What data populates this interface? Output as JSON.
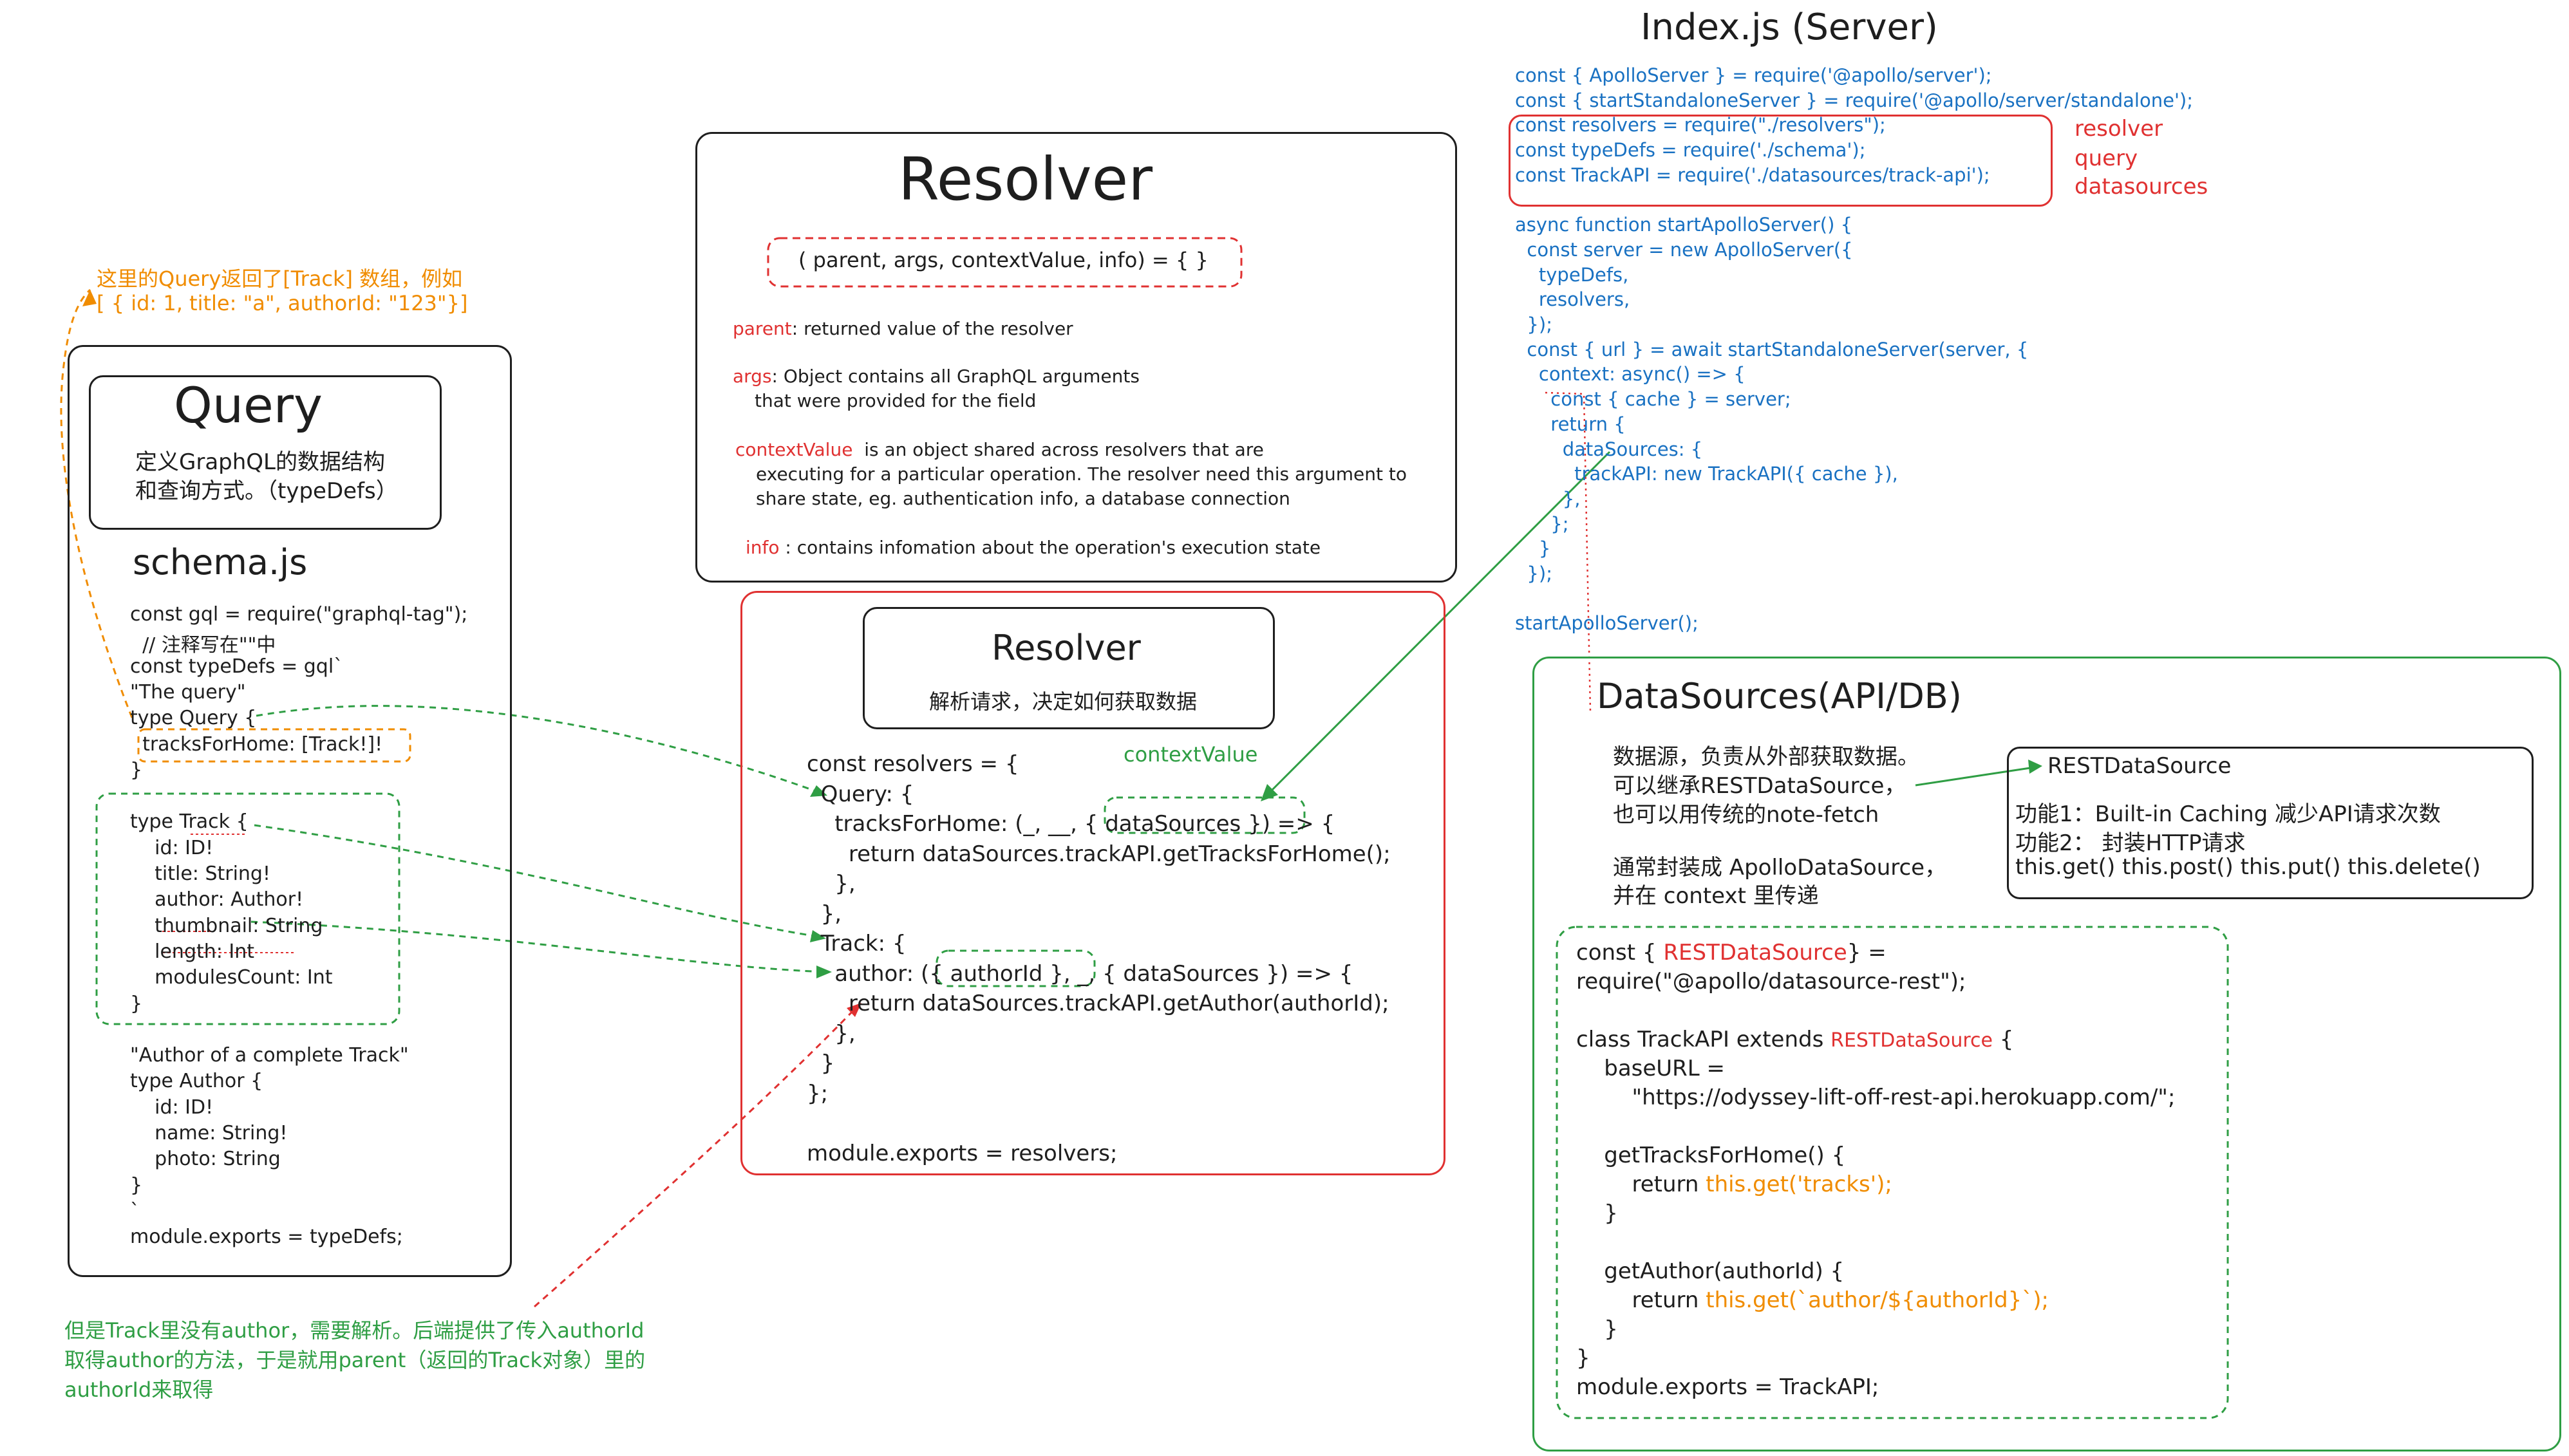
{
  "colors": {
    "black": "#1e1e1e",
    "red": "#e03131",
    "green": "#2f9e44",
    "orange": "#f08c00",
    "blue": "#1971c2"
  },
  "orange_note": {
    "line1": "这里的Query返回了[Track] 数组，例如",
    "line2": "[ { id: 1, title: \"a\", authorId: \"123\"}]"
  },
  "query_box": {
    "title": "Query",
    "desc1": "定义GraphQL的数据结构",
    "desc2": "和查询方式。（typeDefs）"
  },
  "schema": {
    "title": "schema.js",
    "lines": [
      "const gql = require(\"graphql-tag\");",
      "  // 注释写在\"\"中",
      "const typeDefs = gql`",
      "\"The query\"",
      "type Query {",
      "  tracksForHome: [Track!]!",
      "}",
      "",
      "type Track {",
      "    id: ID!",
      "    title: String!",
      "    author: Author!",
      "    thumbnail: String",
      "    length: Int",
      "    modulesCount: Int",
      "}",
      "",
      "\"Author of a complete Track\"",
      "type Author {",
      "    id: ID!",
      "    name: String!",
      "    photo: String",
      "}",
      "`",
      "module.exports = typeDefs;"
    ]
  },
  "resolver_sig": {
    "title": "Resolver",
    "signature": "( parent, args, contextValue, info) = { }",
    "items": [
      {
        "term": "parent",
        "text": ": returned value of the resolver"
      },
      {
        "term": "args",
        "text": ": Object contains all GraphQL arguments",
        "cont": "that were provided for the field"
      },
      {
        "term": "contextValue",
        "text": "  is an object shared across resolvers that are",
        "cont": "executing for a particular operation. The resolver need this argument to",
        "cont2": "share state, eg. authentication info, a database connection"
      },
      {
        "term": "info",
        "text": " : contains infomation about the operation's execution state"
      }
    ]
  },
  "resolver_box": {
    "title": "Resolver",
    "desc": "解析请求，决定如何获取数据",
    "context_label": "contextValue",
    "code": [
      "const resolvers = {",
      "  Query: {",
      "    tracksForHome: (_, __, { dataSources }) => {",
      "      return dataSources.trackAPI.getTracksForHome();",
      "    },",
      "  },",
      "  Track: {",
      "    author: ({ authorId }, _, { dataSources }) => {",
      "      return dataSources.trackAPI.getAuthor(authorId);",
      "    },",
      "  }",
      "};",
      "",
      "module.exports = resolvers;"
    ]
  },
  "index": {
    "title": "Index.js (Server)",
    "lines": [
      "const { ApolloServer } = require('@apollo/server');",
      "const { startStandaloneServer } = require('@apollo/server/standalone');",
      "const resolvers = require(\"./resolvers\");",
      "const typeDefs = require('./schema');",
      "const TrackAPI = require('./datasources/track-api');",
      "",
      "async function startApolloServer() {",
      "  const server = new ApolloServer({",
      "    typeDefs,",
      "    resolvers,",
      "  });",
      "  const { url } = await startStandaloneServer(server, {",
      "    context: async() => {",
      "      const { cache } = server;",
      "      return {",
      "        dataSources: {",
      "          trackAPI: new TrackAPI({ cache }),",
      "        },",
      "      };",
      "    }",
      "  });",
      "",
      "startApolloServer();"
    ],
    "labels": [
      "resolver",
      "query",
      "datasources"
    ]
  },
  "datasources": {
    "title": "DataSources(API/DB)",
    "desc": [
      "数据源，负责从外部获取数据。",
      "可以继承RESTDataSource，",
      "也可以用传统的note-fetch"
    ],
    "desc2": [
      "通常封装成 ApolloDataSource，",
      "并在 context 里传递"
    ],
    "rest_box": {
      "title": "RESTDataSource",
      "lines": [
        "功能1：Built-in Caching 减少API请求次数",
        "功能2： 封装HTTP请求",
        "this.get() this.post() this.put() this.delete()"
      ]
    },
    "code": {
      "l1a": "const { ",
      "l1b": "RESTDataSource",
      "l1c": "} =",
      "l2": "require(\"@apollo/datasource-rest\");",
      "l3a": "class TrackAPI extends ",
      "l3b": "RESTDataSource",
      "l3c": " {",
      "l4": "    baseURL =",
      "l5": "        \"https://odyssey-lift-off-rest-api.herokuapp.com/\";",
      "l6": "    getTracksForHome() {",
      "l7a": "        return ",
      "l7b": "this.get('tracks');",
      "l8": "    }",
      "l9": "    getAuthor(authorId) {",
      "l10a": "        return ",
      "l10b": "this.get(`author/${authorId}`);",
      "l11": "    }",
      "l12": "}",
      "l13": "module.exports = TrackAPI;"
    }
  },
  "green_note": {
    "line1": "但是Track里没有author，需要解析。后端提供了传入authorId",
    "line2": "取得author的方法，于是就用parent（返回的Track对象）里的",
    "line3": "authorId来取得"
  }
}
